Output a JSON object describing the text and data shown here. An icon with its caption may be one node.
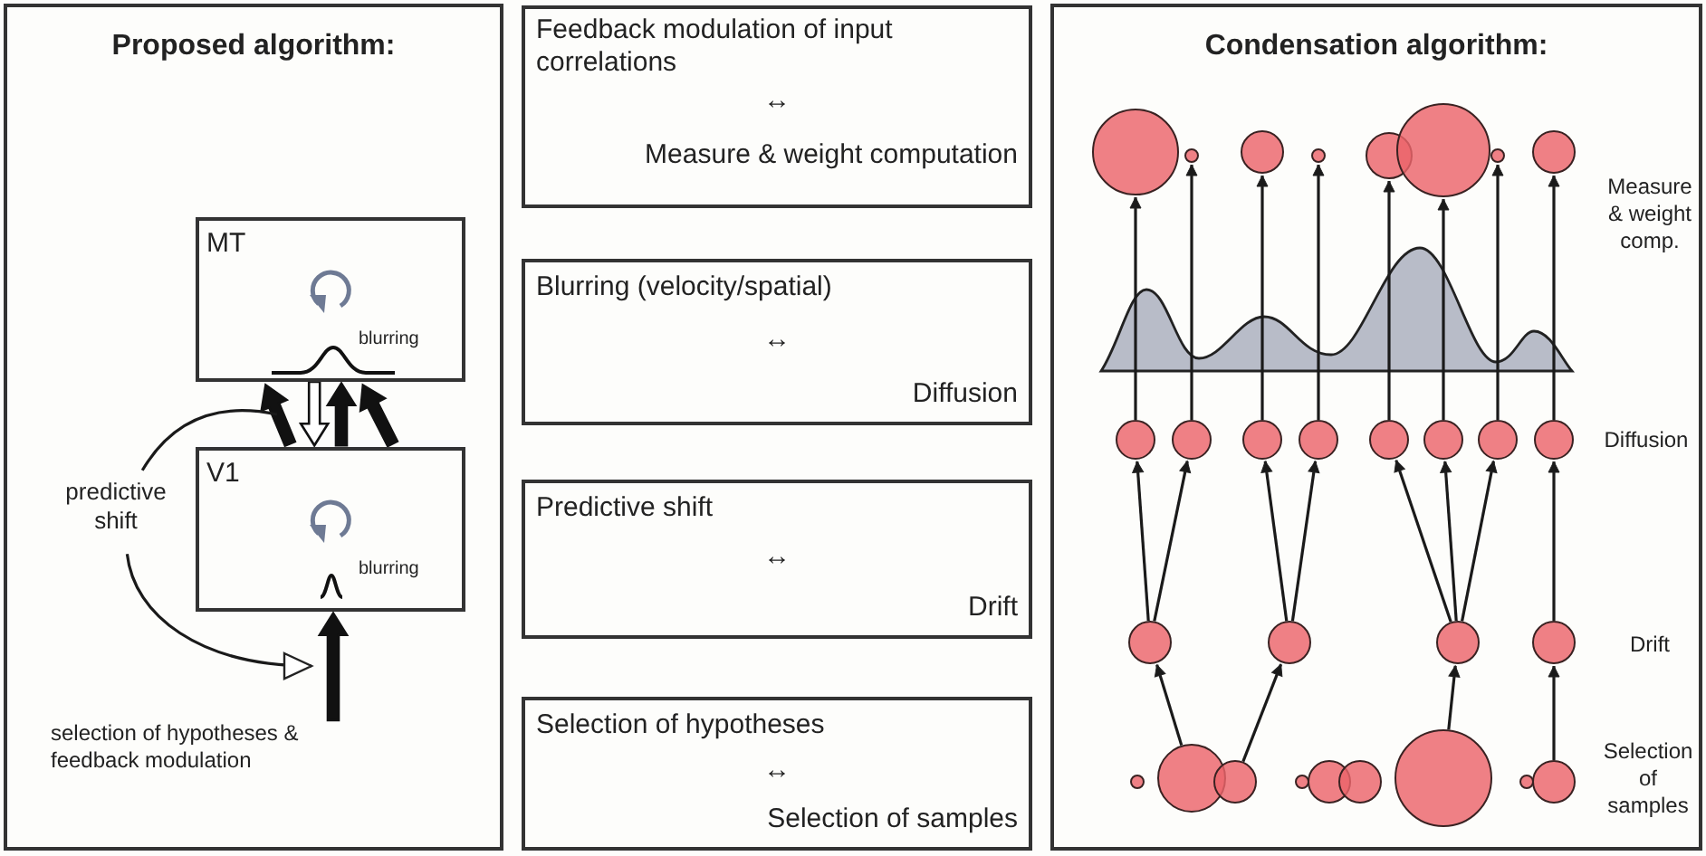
{
  "diagram": {
    "nodes": [
      {
        "text": [
          "Proposed algorithm:"
        ]
      },
      {
        "text": [
          "MT",
          "blurring"
        ],
        "in": 0
      },
      {
        "text": [
          "V1",
          "blurring"
        ],
        "in": 0
      },
      {
        "text": [
          "predictive shift"
        ],
        "in": 0
      },
      {
        "text": [
          "Feedback modulation of input correlations",
          "↔",
          "Measure & weight computation"
        ]
      },
      {
        "text": [
          "Blurring (velocity/spatial)",
          "↔",
          "Diffusion"
        ]
      },
      {
        "text": [
          "Predictive shift",
          "↔",
          "Drift"
        ]
      },
      {
        "text": [
          "Selection of hypotheses",
          "↔",
          "Selection of samples"
        ]
      },
      {
        "text": [
          "Condensation algorithm:"
        ]
      },
      {
        "text": [],
        "shape": "circle",
        "in": 8
      },
      {
        "text": [],
        "shape": "circle",
        "in": 8
      },
      {
        "text": [],
        "shape": "circle",
        "in": 8
      },
      {
        "text": [],
        "shape": "circle",
        "in": 8
      },
      {
        "text": [],
        "shape": "circle",
        "in": 8
      },
      {
        "text": [],
        "shape": "circle",
        "in": 8
      },
      {
        "text": [],
        "shape": "circle",
        "in": 8
      },
      {
        "text": [],
        "shape": "circle",
        "in": 8
      },
      {
        "text": [],
        "shape": "circle",
        "in": 8
      },
      {
        "text": [],
        "shape": "circle",
        "in": 8
      },
      {
        "text": [],
        "shape": "circle",
        "in": 8
      },
      {
        "text": [],
        "shape": "circle",
        "in": 8
      },
      {
        "text": [],
        "shape": "circle",
        "in": 8
      },
      {
        "text": [],
        "shape": "circle",
        "in": 8
      },
      {
        "text": [],
        "shape": "circle",
        "in": 8
      },
      {
        "text": [],
        "shape": "circle",
        "in": 8
      },
      {
        "text": [],
        "shape": "circle",
        "in": 8
      },
      {
        "text": [],
        "shape": "circle",
        "in": 8
      },
      {
        "text": [],
        "shape": "circle",
        "in": 8
      },
      {
        "text": [],
        "shape": "circle",
        "in": 8
      },
      {
        "text": [],
        "shape": "circle",
        "in": 8
      },
      {
        "text": [],
        "shape": "circle",
        "in": 8
      },
      {
        "text": [],
        "shape": "circle",
        "in": 8
      },
      {
        "text": [],
        "shape": "circle",
        "in": 8
      },
      {
        "text": [],
        "shape": "circle",
        "in": 8
      },
      {
        "text": [],
        "shape": "circle",
        "in": 8
      },
      {
        "text": [],
        "shape": "circle",
        "in": 8
      },
      {
        "text": [],
        "shape": "circle",
        "in": 8
      },
      {
        "text": [],
        "shape": "circle",
        "in": 8
      }
    ],
    "edges": [
      {
        "from": 2,
        "to": 1,
        "arrow": "to",
        "style": "thick"
      },
      {
        "from": 2,
        "to": 1,
        "arrow": "to",
        "style": "thick"
      },
      {
        "from": 2,
        "to": 1,
        "arrow": "to",
        "style": "thick"
      },
      {
        "from": 1,
        "to": 2,
        "arrow": "to",
        "style": "thick",
        "color": "#ffffff"
      },
      {
        "from": null,
        "to": 2,
        "arrow": "to",
        "style": "thick"
      },
      {
        "from": 3,
        "to": null,
        "arrow": "none"
      },
      {
        "from": 3,
        "to": null,
        "arrow": "to"
      },
      {
        "from": 30,
        "to": 25,
        "arrow": "to"
      },
      {
        "from": 31,
        "to": 26,
        "arrow": "to"
      },
      {
        "from": 35,
        "to": 27,
        "arrow": "to"
      },
      {
        "from": 37,
        "to": 28,
        "arrow": "to"
      },
      {
        "from": 25,
        "to": 17,
        "arrow": "to"
      },
      {
        "from": 25,
        "to": 18,
        "arrow": "to"
      },
      {
        "from": 26,
        "to": 19,
        "arrow": "to"
      },
      {
        "from": 26,
        "to": 20,
        "arrow": "to"
      },
      {
        "from": 27,
        "to": 21,
        "arrow": "to"
      },
      {
        "from": 27,
        "to": 22,
        "arrow": "to"
      },
      {
        "from": 27,
        "to": 23,
        "arrow": "to"
      },
      {
        "from": 28,
        "to": 24,
        "arrow": "to"
      },
      {
        "from": 17,
        "to": 9,
        "arrow": "to"
      },
      {
        "from": 18,
        "to": 10,
        "arrow": "to"
      },
      {
        "from": 19,
        "to": 11,
        "arrow": "to"
      },
      {
        "from": 20,
        "to": 12,
        "arrow": "to"
      },
      {
        "from": 21,
        "to": 13,
        "arrow": "to"
      },
      {
        "from": 22,
        "to": 14,
        "arrow": "to"
      },
      {
        "from": 23,
        "to": 15,
        "arrow": "to"
      },
      {
        "from": 24,
        "to": 16,
        "arrow": "to"
      }
    ],
    "labels": [
      "selection of hypotheses & feedback modulation",
      "Measure & weight comp.",
      "Diffusion",
      "Drift",
      "Selection of samples"
    ]
  }
}
